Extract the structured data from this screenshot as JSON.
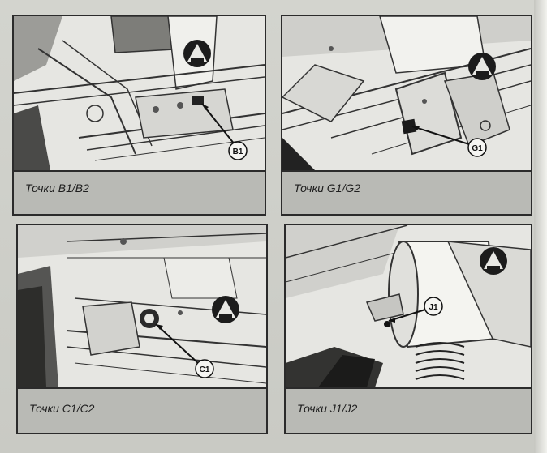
{
  "panels": [
    {
      "id": "b",
      "caption": "Точки B1/B2",
      "point_label": "B1"
    },
    {
      "id": "g",
      "caption": "Точки G1/G2",
      "point_label": "G1"
    },
    {
      "id": "c",
      "caption": "Точки C1/C2",
      "point_label": "C1"
    },
    {
      "id": "j",
      "caption": "Точки J1/J2",
      "point_label": "J1"
    }
  ]
}
